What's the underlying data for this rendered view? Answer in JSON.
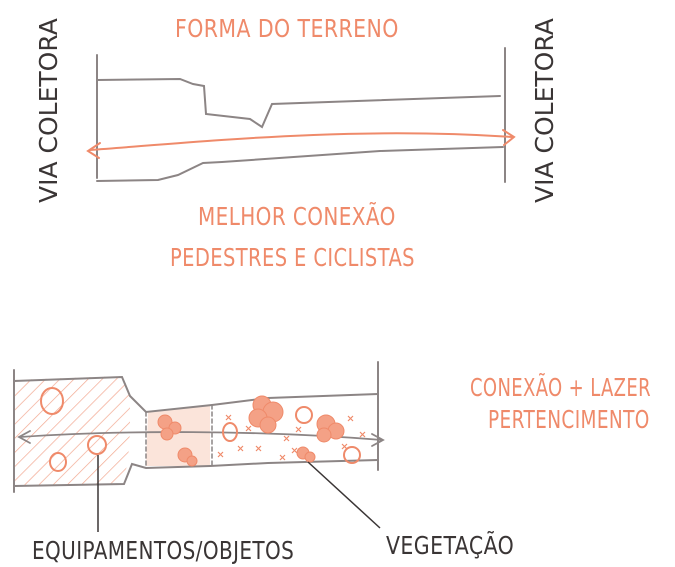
{
  "top_diagram": {
    "title": "FORMA DO TERRENO",
    "left_road_label": "VIA COLETORA",
    "right_road_label": "VIA COLETORA",
    "caption_line1": "MELHOR CONEXÃO",
    "caption_line2": "PEDESTRES E CICLISTAS"
  },
  "bottom_diagram": {
    "concept_line1": "CONEXÃO + LAZER",
    "concept_line2": "PERTENCIMENTO",
    "label_equipment": "EQUIPAMENTOS/OBJETOS",
    "label_vegetation": "VEGETAÇÃO"
  },
  "colors": {
    "accent": "#ef8a6a",
    "ink": "#3a3535",
    "outline": "#8c8585"
  }
}
